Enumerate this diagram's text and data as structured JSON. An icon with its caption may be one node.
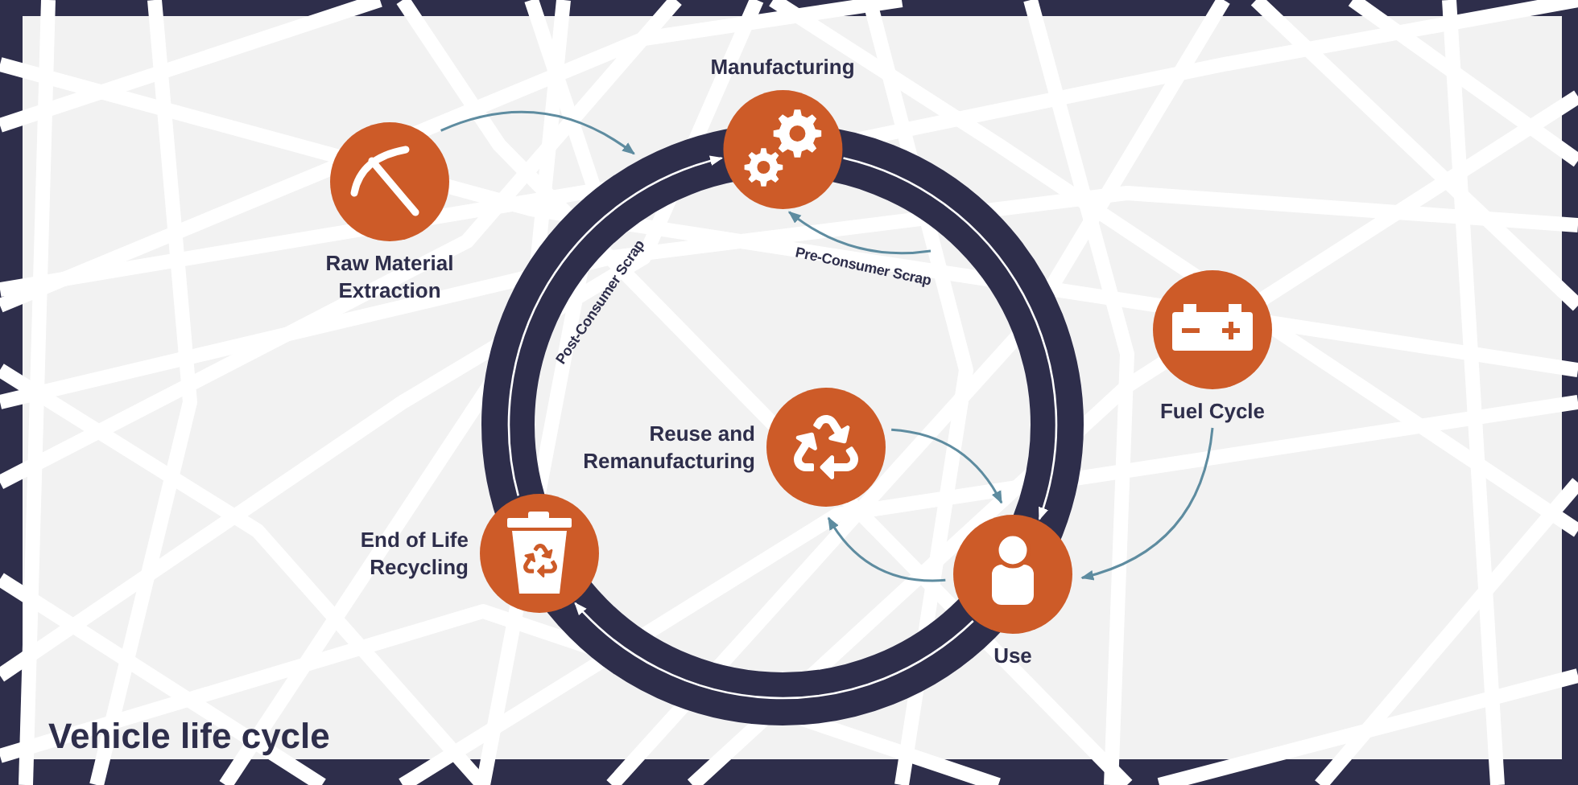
{
  "diagram": {
    "title": "Vehicle life cycle",
    "nodes": [
      {
        "text": [
          "Manufacturing"
        ]
      },
      {
        "text": [
          "Raw Material Extraction"
        ]
      },
      {
        "text": [
          "Fuel Cycle"
        ]
      },
      {
        "text": [
          "Reuse and Remanufacturing"
        ]
      },
      {
        "text": [
          "End of Life Recycling"
        ]
      },
      {
        "text": [
          "Use"
        ]
      }
    ],
    "edges": [
      {
        "from": 1,
        "to": null,
        "arrow": "to"
      },
      {
        "from": 0,
        "to": 5,
        "arrow": "to",
        "color": "#ffffff"
      },
      {
        "from": 5,
        "to": 4,
        "arrow": "to",
        "color": "#ffffff"
      },
      {
        "from": 4,
        "to": 0,
        "arrow": "to",
        "color": "#ffffff",
        "label": "Post-Consumer Scrap"
      },
      {
        "from": null,
        "to": 0,
        "arrow": "to",
        "label": "Pre-Consumer Scrap"
      },
      {
        "from": 2,
        "to": 5,
        "arrow": "to"
      },
      {
        "from": 3,
        "to": 5,
        "arrow": "to"
      },
      {
        "from": 5,
        "to": 3,
        "arrow": "to"
      }
    ]
  }
}
